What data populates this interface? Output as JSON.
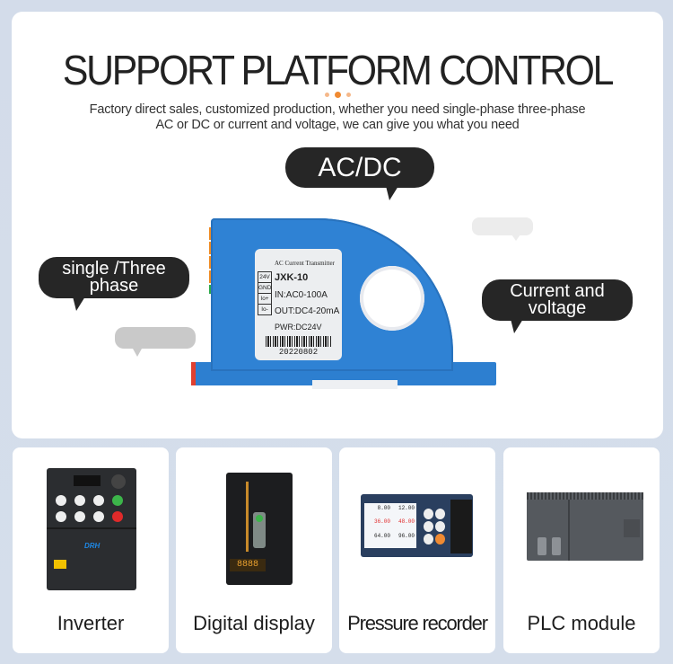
{
  "header": {
    "title": "SUPPORT PLATFORM CONTROL",
    "subtitle_line1": "Factory direct sales, customized production, whether you need single-phase three-phase",
    "subtitle_line2": "AC or DC or current and voltage, we can give you what you need"
  },
  "bubbles": {
    "top": "AC/DC",
    "left_line1": "single /Three",
    "left_line2": "phase",
    "right_line1": "Current and",
    "right_line2": "voltage"
  },
  "device_label": {
    "type": "AC Current  Transmitter",
    "model": "JXK-10",
    "input": "IN:AC0-100A",
    "output": "OUT:DC4-20mA",
    "power": "PWR:DC24V",
    "serial": "20220802",
    "pins": [
      "24V",
      "GND",
      "Io+",
      "Io-"
    ]
  },
  "products": [
    {
      "name": "Inverter",
      "icon": "inverter-icon"
    },
    {
      "name": "Digital display",
      "icon": "digital-display-icon"
    },
    {
      "name": "Pressure recorder",
      "icon": "pressure-recorder-icon"
    },
    {
      "name": "PLC module",
      "icon": "plc-module-icon"
    }
  ],
  "recorder_screen": [
    "8.00",
    "12.00",
    "36.00",
    "48.00",
    "64.00",
    "96.00"
  ],
  "colors": {
    "accent_orange": "#f08a32",
    "device_blue": "#2f82d4",
    "bubble_dark": "#262626"
  }
}
